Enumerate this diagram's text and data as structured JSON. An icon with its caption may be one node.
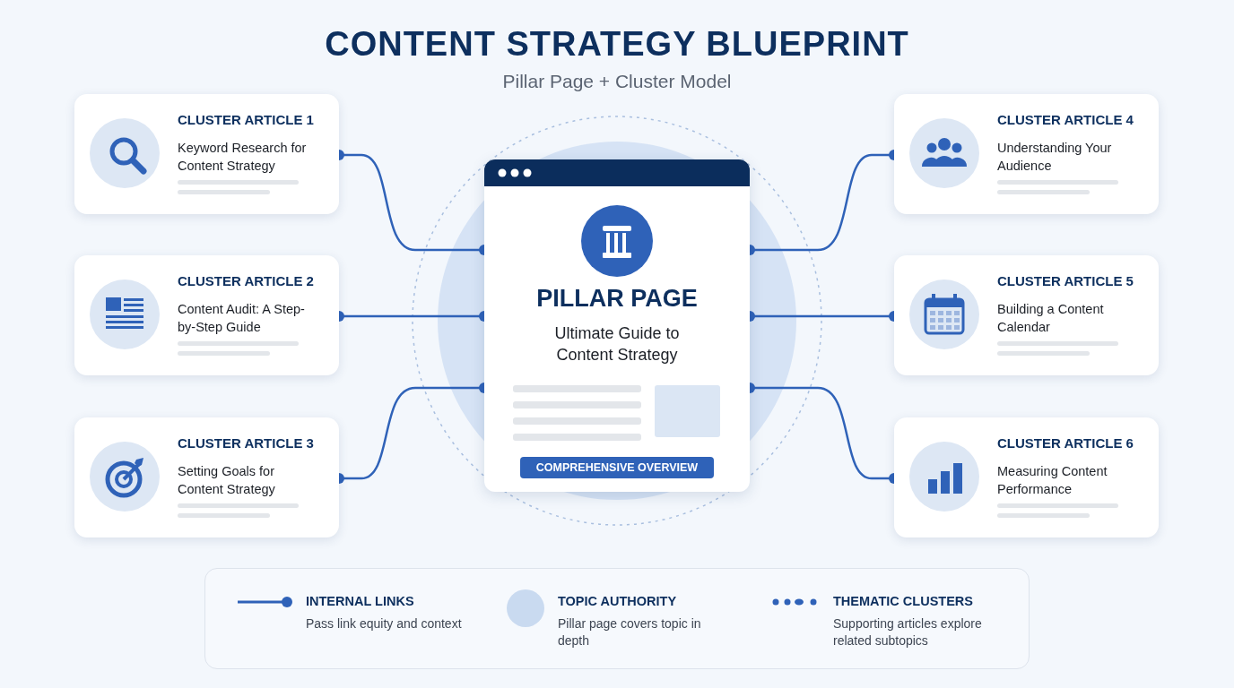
{
  "diagram": {
    "title": "CONTENT STRATEGY BLUEPRINT",
    "nodes": [
      {
        "text": [
          "PILLAR PAGE",
          "Ultimate Guide to Content Strategy"
        ]
      },
      {
        "text": [
          "COMPREHENSIVE OVERVIEW"
        ],
        "in": 0
      },
      {
        "text": [
          "CLUSTER ARTICLE 1",
          "Keyword Research for Content Strategy"
        ]
      },
      {
        "text": [
          "CLUSTER ARTICLE 2",
          "Content Audit: A Step-by-Step Guide"
        ]
      },
      {
        "text": [
          "CLUSTER ARTICLE 3",
          "Setting Goals for Content Strategy"
        ]
      },
      {
        "text": [
          "CLUSTER ARTICLE 4",
          "Understanding Your Audience"
        ]
      },
      {
        "text": [
          "CLUSTER ARTICLE 5",
          "Building a Content Calendar"
        ]
      },
      {
        "text": [
          "CLUSTER ARTICLE 6",
          "Measuring Content Performance"
        ]
      }
    ],
    "edges": [
      {
        "from": 2,
        "to": 0,
        "arrow": "other"
      },
      {
        "from": 3,
        "to": 0,
        "arrow": "other"
      },
      {
        "from": 4,
        "to": 0,
        "arrow": "other"
      },
      {
        "from": 5,
        "to": 0,
        "arrow": "other"
      },
      {
        "from": 6,
        "to": 0,
        "arrow": "other"
      },
      {
        "from": 7,
        "to": 0,
        "arrow": "other"
      }
    ],
    "labels": [
      "Pillar Page + Cluster Model",
      "Pass link equity and context",
      "Pillar page covers topic in depth",
      "Supporting articles explore related subtopics"
    ],
    "legend": [
      {
        "text": "INTERNAL LINKS"
      },
      {
        "text": "TOPIC AUTHORITY",
        "color": "#c9daf0"
      },
      {
        "text": "THEMATIC CLUSTERS"
      }
    ]
  }
}
